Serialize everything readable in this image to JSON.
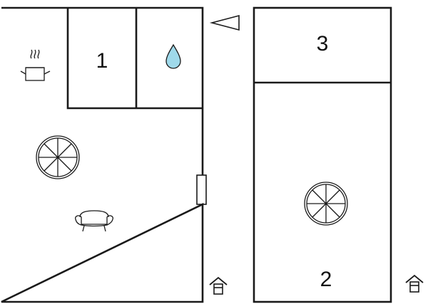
{
  "rooms": {
    "room_1": "1",
    "room_2": "2",
    "room_3": "3"
  },
  "colors": {
    "wall": "#1a1a1a",
    "water_drop": "#9fd9ea",
    "background": "#ffffff"
  },
  "icons": [
    "cooking-pot-icon",
    "water-drop-icon",
    "wheel-icon",
    "armchair-icon",
    "entrance-house-icon",
    "direction-arrow-icon"
  ]
}
